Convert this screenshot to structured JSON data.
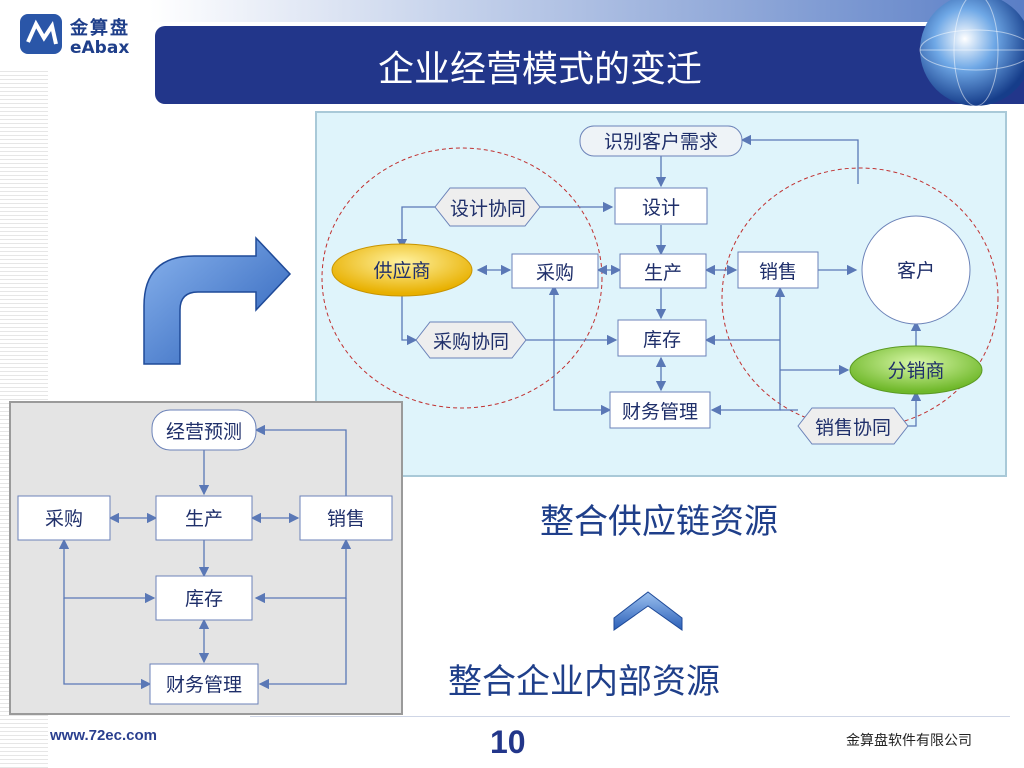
{
  "logo": {
    "cn": "金算盘",
    "en": "eAbax"
  },
  "title": "企业经营模式的变迁",
  "supply_chain": {
    "demand": "识别客户需求",
    "design_collab": "设计协同",
    "design": "设计",
    "supplier": "供应商",
    "purchase": "采购",
    "production": "生产",
    "sales": "销售",
    "customer": "客户",
    "purchase_collab": "采购协同",
    "inventory": "库存",
    "distributor": "分销商",
    "finance": "财务管理",
    "sales_collab": "销售协同"
  },
  "internal": {
    "forecast": "经营预测",
    "purchase": "采购",
    "production": "生产",
    "sales": "销售",
    "inventory": "库存",
    "finance": "财务管理"
  },
  "captions": {
    "supply_chain": "整合供应链资源",
    "internal": "整合企业内部资源"
  },
  "footer": {
    "url": "www.72ec.com",
    "page": "10",
    "company": "金算盘软件有限公司"
  },
  "colors": {
    "title_bar": "#22368a",
    "panel_cyan": "#dff4fb",
    "panel_gray": "#e4e4e4",
    "supplier": "#f5c400",
    "distributor": "#8ccf3c",
    "arrow_blue": "#3a6fc4"
  }
}
